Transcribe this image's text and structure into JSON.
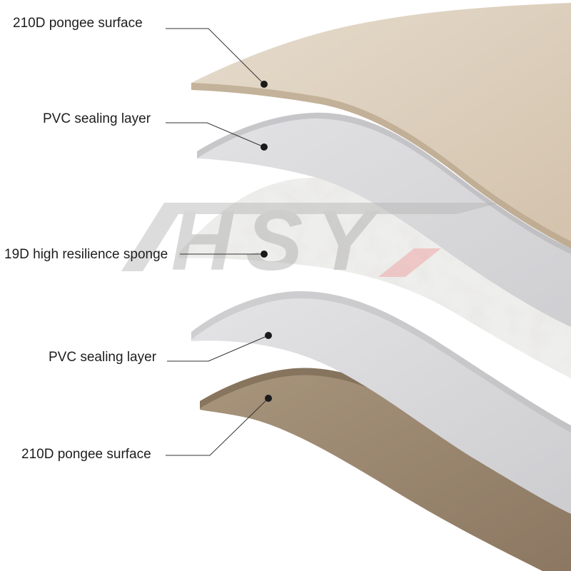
{
  "labels": {
    "top_surface": "210D pongee surface",
    "upper_pvc": "PVC sealing layer",
    "sponge": "19D high resilience sponge",
    "lower_pvc": "PVC sealing layer",
    "bottom_surface": "210D pongee surface"
  },
  "watermark": {
    "text": "HSY"
  },
  "colors": {
    "top_surface": "#d9cbb9",
    "top_surface_edge": "#b6a287",
    "pvc": "#d6d6d8",
    "pvc_edge": "#a9a9ad",
    "sponge": "#ececea",
    "bottom_surface": "#97836b",
    "bottom_surface_edge": "#6f5d48",
    "leader": "#333333",
    "watermark": "#b3b3b3",
    "watermark_accent": "#ee9a9a"
  }
}
